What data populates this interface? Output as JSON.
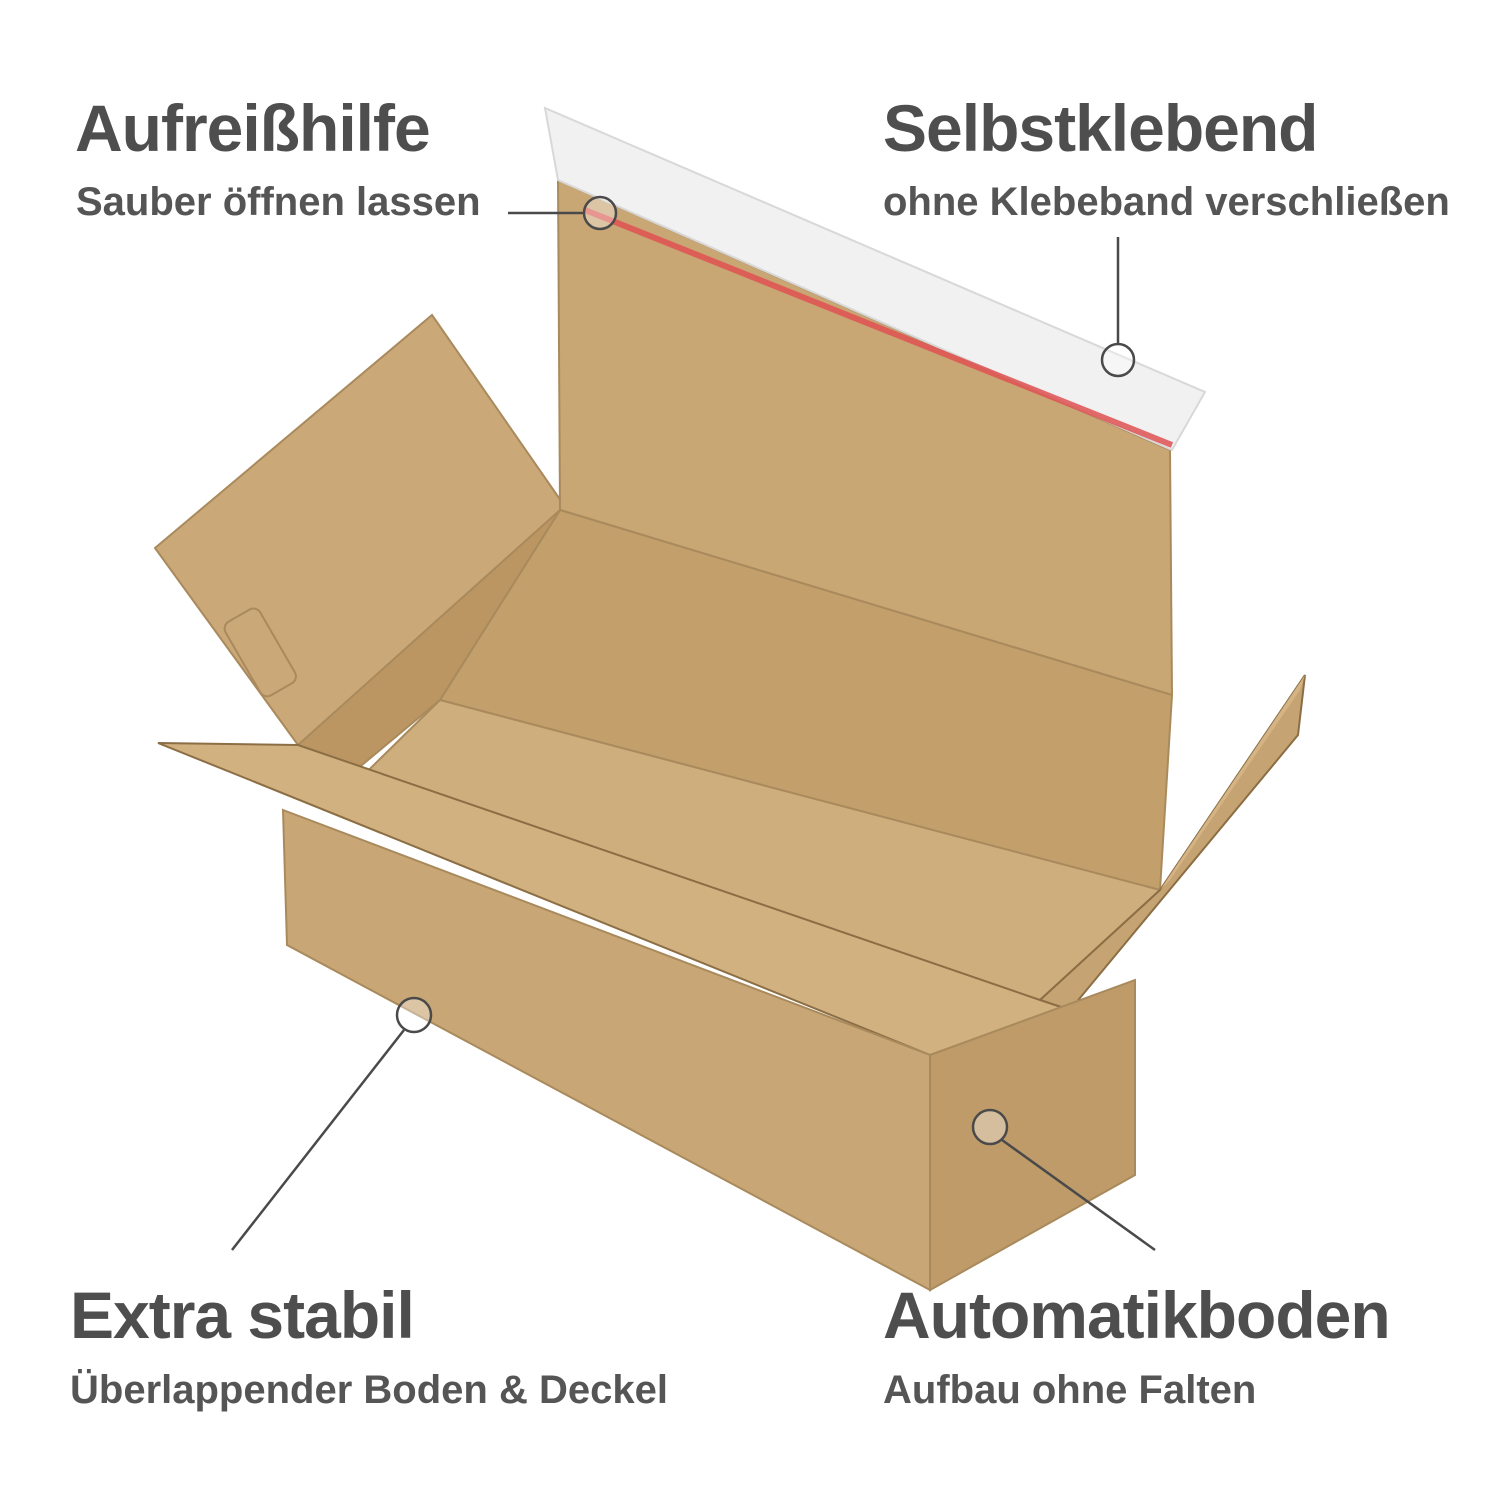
{
  "callouts": {
    "top_left": {
      "title": "Aufreißhilfe",
      "subtitle": "Sauber öffnen lassen"
    },
    "top_right": {
      "title": "Selbstklebend",
      "subtitle": "ohne Klebeband verschließen"
    },
    "bottom_left": {
      "title": "Extra stabil",
      "subtitle": "Überlappender Boden & Deckel"
    },
    "bottom_right": {
      "title": "Automatikboden",
      "subtitle": "Aufbau ohne Falten"
    }
  },
  "colors": {
    "cardboard": "#c8a675",
    "cardboard_dark": "#b8935f",
    "cardboard_light": "#d4b485",
    "tear_strip": "#e05252",
    "adhesive_strip": "#f1f1f1",
    "text": "#505050",
    "leader_line": "#4a4a4a"
  }
}
